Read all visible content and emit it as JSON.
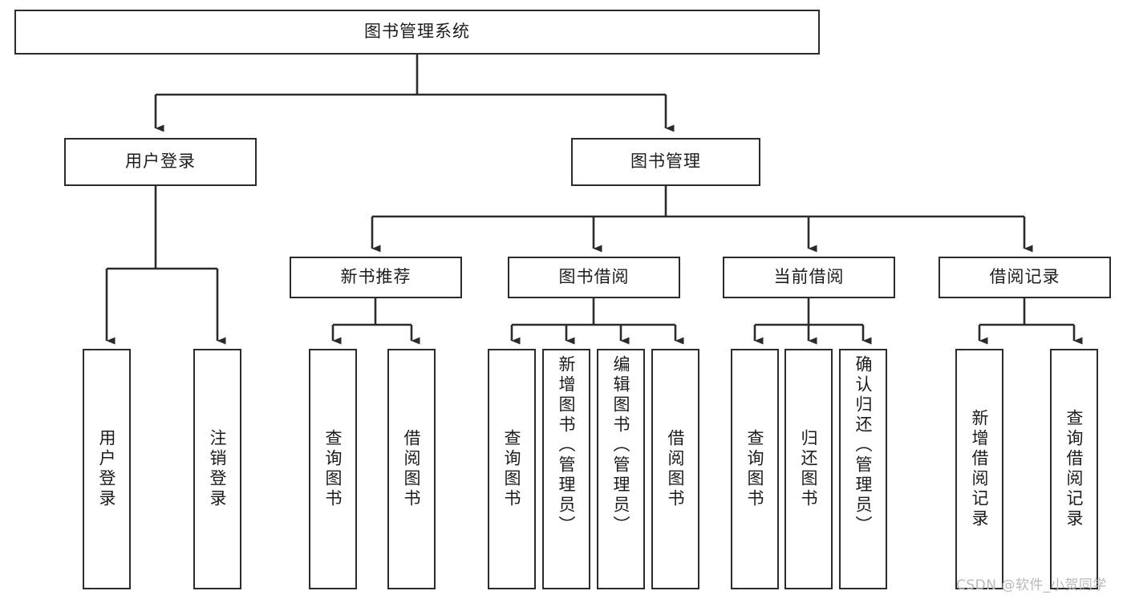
{
  "diagram": {
    "title": "图书管理系统",
    "type": "tree-hierarchy-chart",
    "stroke_color": "#2b2b2b",
    "fill_color": "#ffffff",
    "text_color": "#1c1c1c"
  },
  "nodes": {
    "root": {
      "label": "图书管理系统"
    },
    "level2": [
      {
        "label": "用户登录"
      },
      {
        "label": "图书管理"
      }
    ],
    "level3": [
      {
        "label": "新书推荐"
      },
      {
        "label": "图书借阅"
      },
      {
        "label": "当前借阅"
      },
      {
        "label": "借阅记录"
      }
    ],
    "leaves": {
      "user_login": [
        {
          "label": "用户登录"
        },
        {
          "label": "注销登录"
        }
      ],
      "new_book_recommend": [
        {
          "label": "查询图书"
        },
        {
          "label": "借阅图书"
        }
      ],
      "book_borrow": [
        {
          "label": "查询图书"
        },
        {
          "label": "新增图书（管理员）"
        },
        {
          "label": "编辑图书（管理员）"
        },
        {
          "label": "借阅图书"
        }
      ],
      "current_borrow": [
        {
          "label": "查询图书"
        },
        {
          "label": "归还图书"
        },
        {
          "label": "确认归还（管理员）"
        }
      ],
      "borrow_record": [
        {
          "label": "新增借阅记录"
        },
        {
          "label": "查询借阅记录"
        }
      ]
    }
  },
  "watermark": {
    "text": "CSDN @软件_小贺同学"
  }
}
